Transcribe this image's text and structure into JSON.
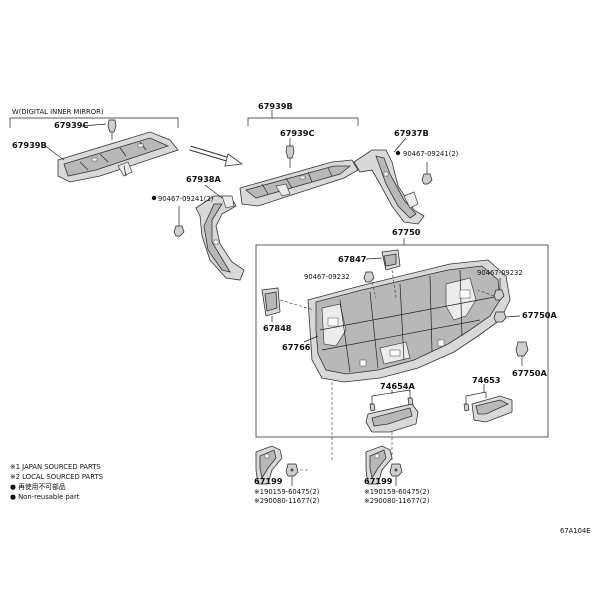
{
  "header": {
    "variant_note": "W(DIGITAL INNER MIRROR)"
  },
  "labels": {
    "p67939B_left": "67939B",
    "p67939C_left": "67939C",
    "p67939B_top": "67939B",
    "p67939C_mid": "67939C",
    "p67937B": "67937B",
    "p90467_09241_right": "90467-09241(2)",
    "p67938A": "67938A",
    "p90467_09241_left": "90467-09241(2)",
    "p67750": "67750",
    "p67847": "67847",
    "p90467_09232_a": "90467-09232",
    "p90467_09232_b": "90467-09232",
    "p67750A_a": "67750A",
    "p67750A_b": "67750A",
    "p67848": "67848",
    "p67766": "67766",
    "p74654A": "74654A",
    "p74653": "74653",
    "p67199_left": "67199",
    "p67199_right": "67199",
    "n1_left": "※190159-60475(2)",
    "n2_left": "※290080-11677(2)",
    "n1_right": "※190159-60475(2)",
    "n2_right": "※290080-11677(2)"
  },
  "legend": {
    "line1": "※1 JAPAN SOURCED PARTS",
    "line2": "※2 LOCAL SOURCED PARTS",
    "line3": "● 再使用不可部品",
    "line4": "● Non-reusable part"
  },
  "figure_id": "67A104E"
}
